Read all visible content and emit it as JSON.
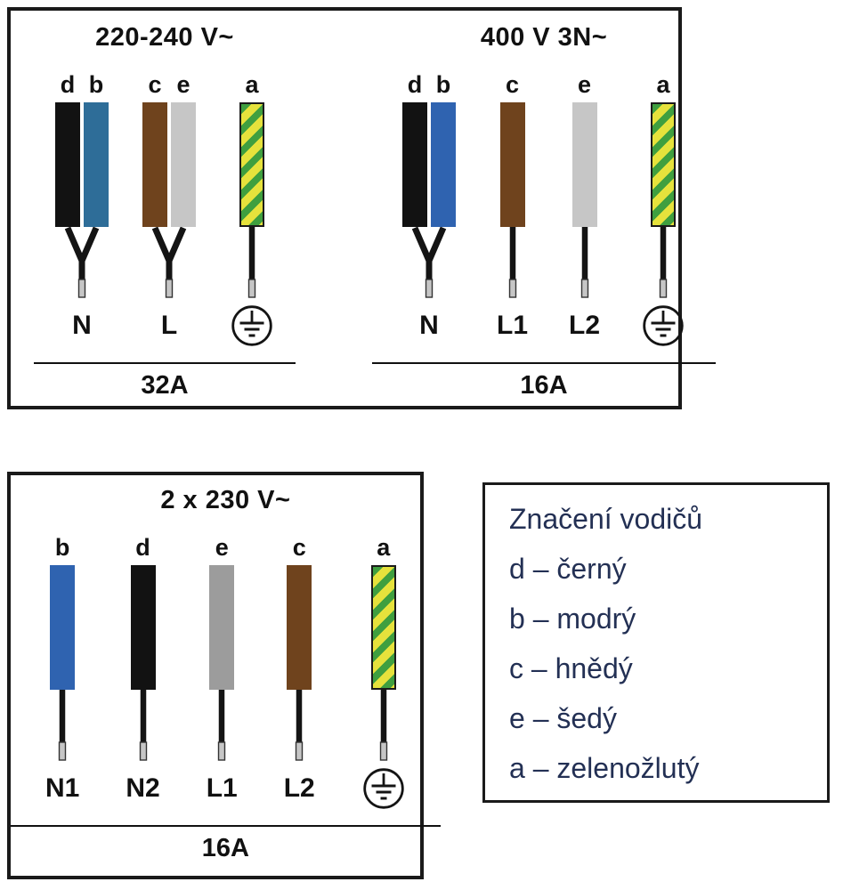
{
  "colors": {
    "outline": "#1a1a1a",
    "lead": "#141414",
    "tip_fill": "#c6c6c6",
    "tip_stroke": "#333333",
    "legend_text": "#233054",
    "wire_black": "#121212",
    "wire_blue_teal": "#2e6d98",
    "wire_blue": "#2f63b0",
    "wire_brown": "#6f431d",
    "wire_grey_light": "#c6c6c6",
    "wire_grey": "#9c9c9c",
    "wire_yellow": "#e6e23c",
    "wire_green": "#3f9f3f"
  },
  "icons": {
    "ground": "earth-ground-icon"
  },
  "diagrams": {
    "d1": {
      "title": "220-240 V~",
      "amp": "32A",
      "groups": [
        {
          "kind": "pair",
          "strands": [
            {
              "letter": "d",
              "color": "wire_black"
            },
            {
              "letter": "b",
              "color": "wire_blue_teal"
            }
          ],
          "terminal": {
            "type": "label",
            "text": "N"
          }
        },
        {
          "kind": "pair",
          "strands": [
            {
              "letter": "c",
              "color": "wire_brown"
            },
            {
              "letter": "e",
              "color": "wire_grey_light"
            }
          ],
          "terminal": {
            "type": "label",
            "text": "L"
          }
        },
        {
          "kind": "single",
          "strands": [
            {
              "letter": "a",
              "color": "green_yellow"
            }
          ],
          "terminal": {
            "type": "ground"
          }
        }
      ]
    },
    "d2": {
      "title": "400 V 3N~",
      "amp": "16A",
      "groups": [
        {
          "kind": "pair",
          "strands": [
            {
              "letter": "d",
              "color": "wire_black"
            },
            {
              "letter": "b",
              "color": "wire_blue"
            }
          ],
          "terminal": {
            "type": "label",
            "text": "N"
          }
        },
        {
          "kind": "single",
          "strands": [
            {
              "letter": "c",
              "color": "wire_brown"
            }
          ],
          "terminal": {
            "type": "label",
            "text": "L1"
          }
        },
        {
          "kind": "single",
          "strands": [
            {
              "letter": "e",
              "color": "wire_grey_light"
            }
          ],
          "terminal": {
            "type": "label",
            "text": "L2"
          }
        },
        {
          "kind": "single",
          "strands": [
            {
              "letter": "a",
              "color": "green_yellow"
            }
          ],
          "terminal": {
            "type": "ground"
          }
        }
      ]
    },
    "d3": {
      "title": "2 x 230 V~",
      "amp": "16A",
      "groups": [
        {
          "kind": "single",
          "strands": [
            {
              "letter": "b",
              "color": "wire_blue"
            }
          ],
          "terminal": {
            "type": "label",
            "text": "N1"
          }
        },
        {
          "kind": "single",
          "strands": [
            {
              "letter": "d",
              "color": "wire_black"
            }
          ],
          "terminal": {
            "type": "label",
            "text": "N2"
          }
        },
        {
          "kind": "single",
          "strands": [
            {
              "letter": "e",
              "color": "wire_grey"
            }
          ],
          "terminal": {
            "type": "label",
            "text": "L1"
          }
        },
        {
          "kind": "single",
          "strands": [
            {
              "letter": "c",
              "color": "wire_brown"
            }
          ],
          "terminal": {
            "type": "label",
            "text": "L2"
          }
        },
        {
          "kind": "single",
          "strands": [
            {
              "letter": "a",
              "color": "green_yellow"
            }
          ],
          "terminal": {
            "type": "ground"
          }
        }
      ]
    }
  },
  "legend": {
    "title": "Značení vodičů",
    "separator": "–",
    "items": [
      {
        "letter": "d",
        "name": "černý"
      },
      {
        "letter": "b",
        "name": "modrý"
      },
      {
        "letter": "c",
        "name": "hnědý"
      },
      {
        "letter": "e",
        "name": "šedý"
      },
      {
        "letter": "a",
        "name": "zelenožlutý"
      }
    ]
  }
}
